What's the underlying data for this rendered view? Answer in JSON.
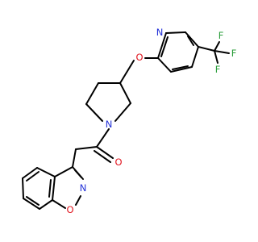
{
  "molecule": {
    "atom_labels": {
      "pyridine_n": "N",
      "ether_o": "O",
      "piperidine_n": "N",
      "carbonyl_o": "O",
      "isoxazole_n": "N",
      "isoxazole_o": "O",
      "f_top": "F",
      "f_right": "F",
      "f_bottom": "F"
    },
    "colors": {
      "bond": "#000000",
      "nitrogen": "#2230d8",
      "oxygen": "#e0141e",
      "fluorine": "#2a9d3a"
    }
  }
}
